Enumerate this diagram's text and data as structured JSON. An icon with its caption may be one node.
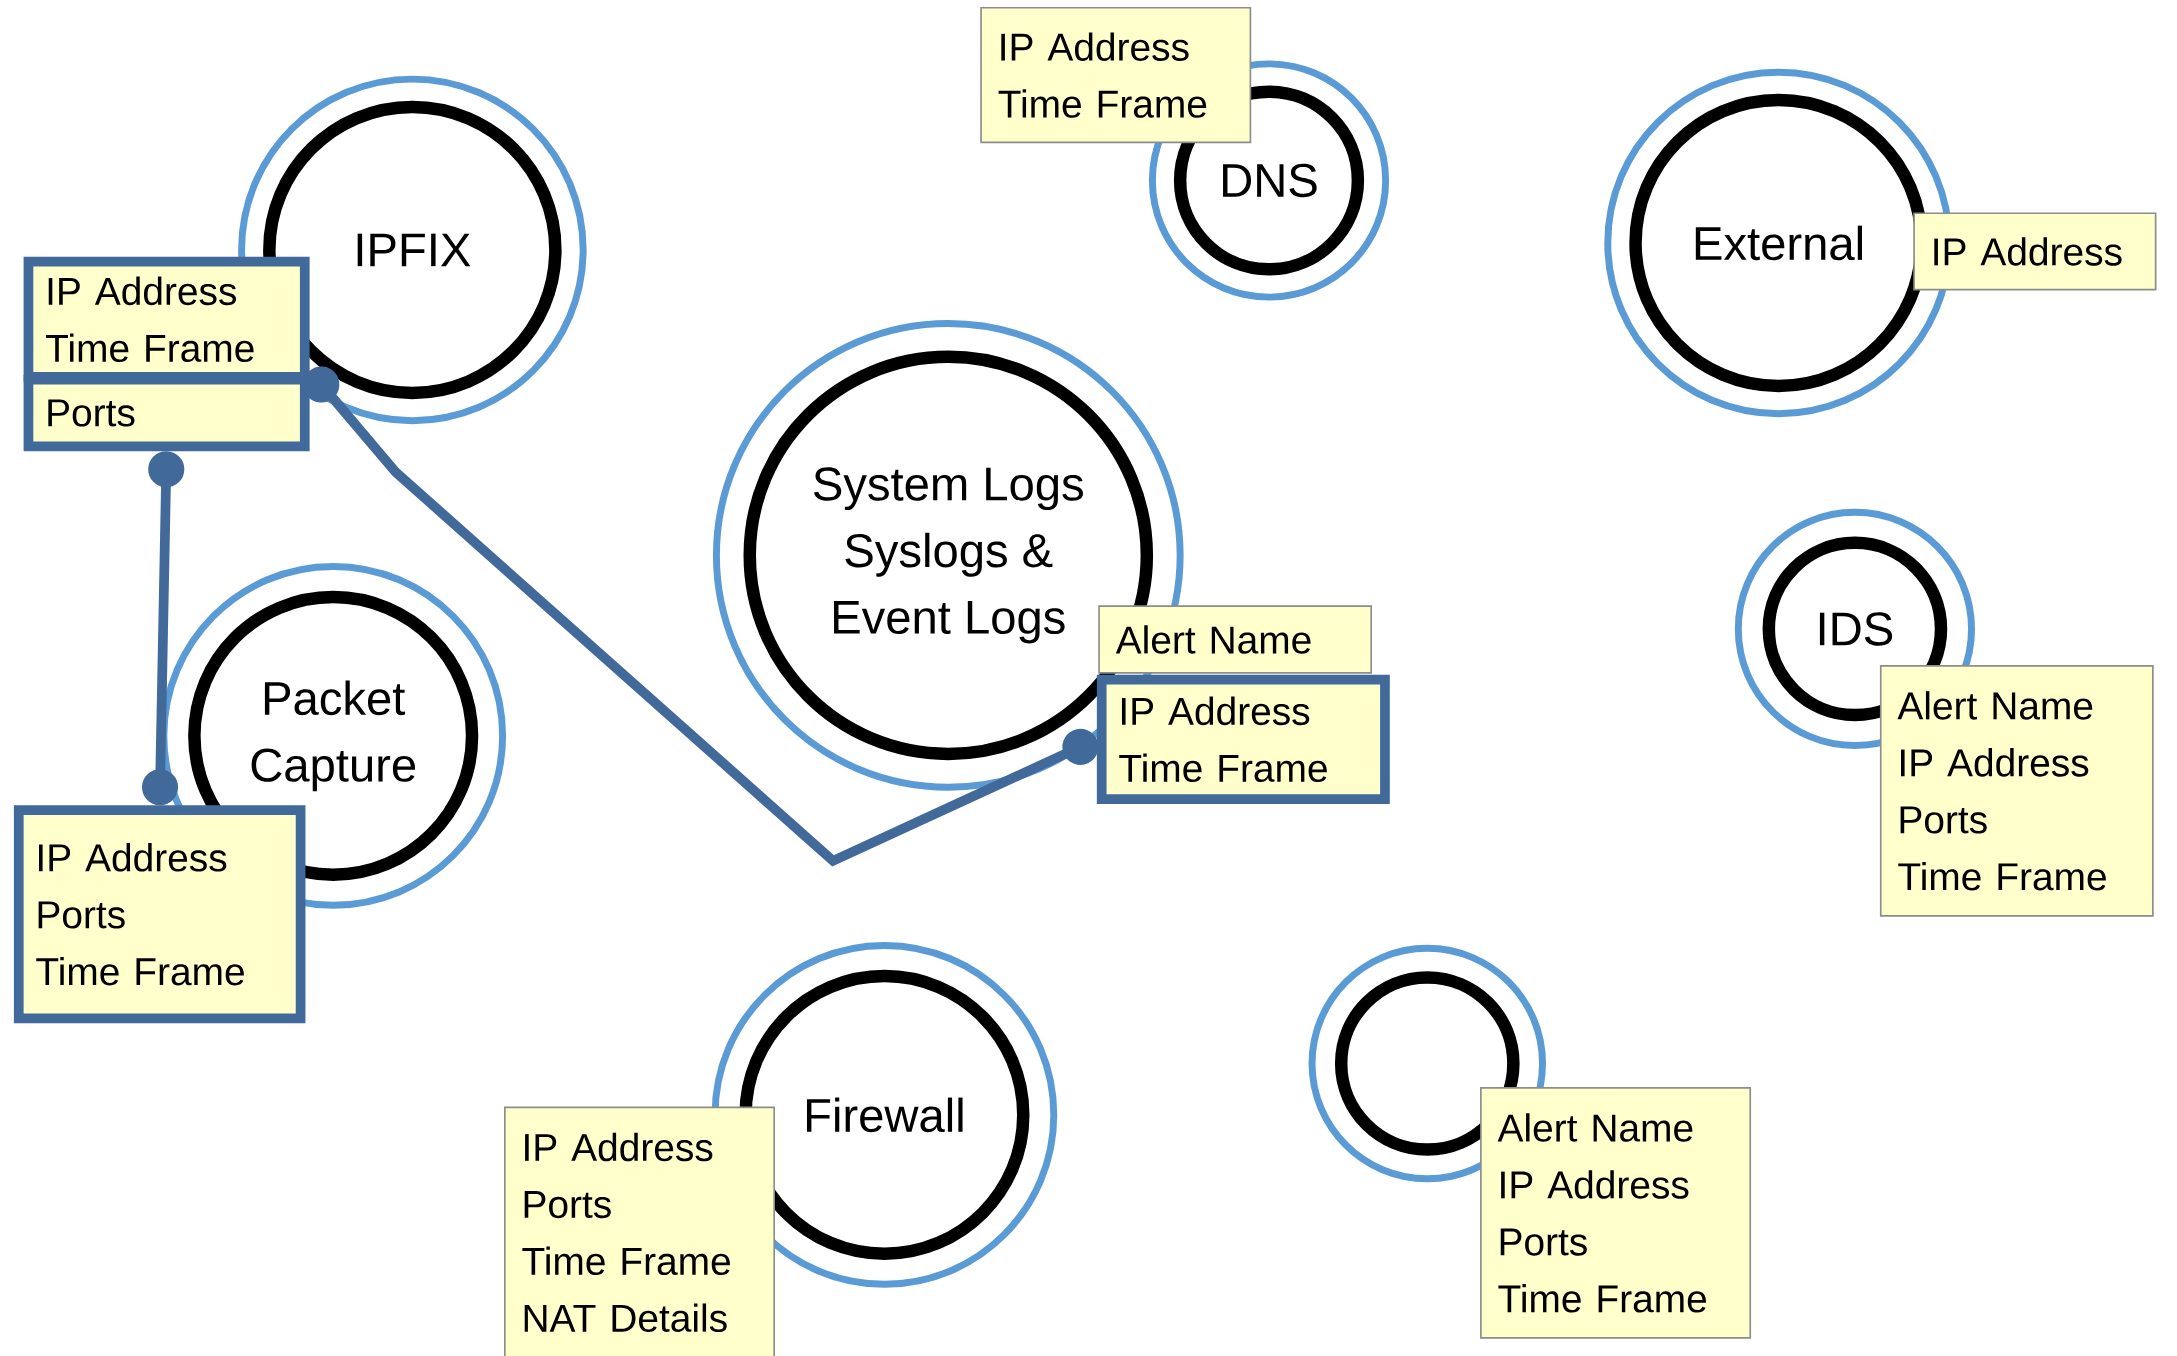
{
  "diagram": {
    "nodes": [
      {
        "text": [
          "IPFIX"
        ]
      },
      {
        "text": [
          "IP Address",
          "Time Frame"
        ]
      },
      {
        "text": [
          "Ports"
        ]
      },
      {
        "text": [
          "IP Address",
          "Time Frame"
        ]
      },
      {
        "text": [
          "DNS"
        ]
      },
      {
        "text": [
          "External"
        ]
      },
      {
        "text": [
          "IP Address"
        ]
      },
      {
        "text": [
          "System Logs Syslogs & Event Logs"
        ]
      },
      {
        "text": [
          "Alert Name"
        ]
      },
      {
        "text": [
          "IP Address",
          "Time Frame"
        ]
      },
      {
        "text": [
          "IDS"
        ]
      },
      {
        "text": [
          "Alert Name",
          "IP Address",
          "Ports",
          "Time Frame"
        ]
      },
      {
        "text": [
          "Packet Capture"
        ]
      },
      {
        "text": [
          "IP Address",
          "Ports",
          "Time Frame"
        ]
      },
      {
        "text": [
          "Firewall"
        ]
      },
      {
        "text": [
          "IP Address",
          "Ports",
          "Time Frame",
          "NAT Details"
        ]
      },
      {
        "text": [],
        "shape": "circle"
      },
      {
        "text": [
          "Alert Name",
          "IP Address",
          "Ports",
          "Time Frame"
        ]
      }
    ],
    "edges": [
      {
        "from": 1,
        "to": 9,
        "arrow": "other"
      },
      {
        "from": 2,
        "to": 13,
        "arrow": "other"
      }
    ]
  }
}
